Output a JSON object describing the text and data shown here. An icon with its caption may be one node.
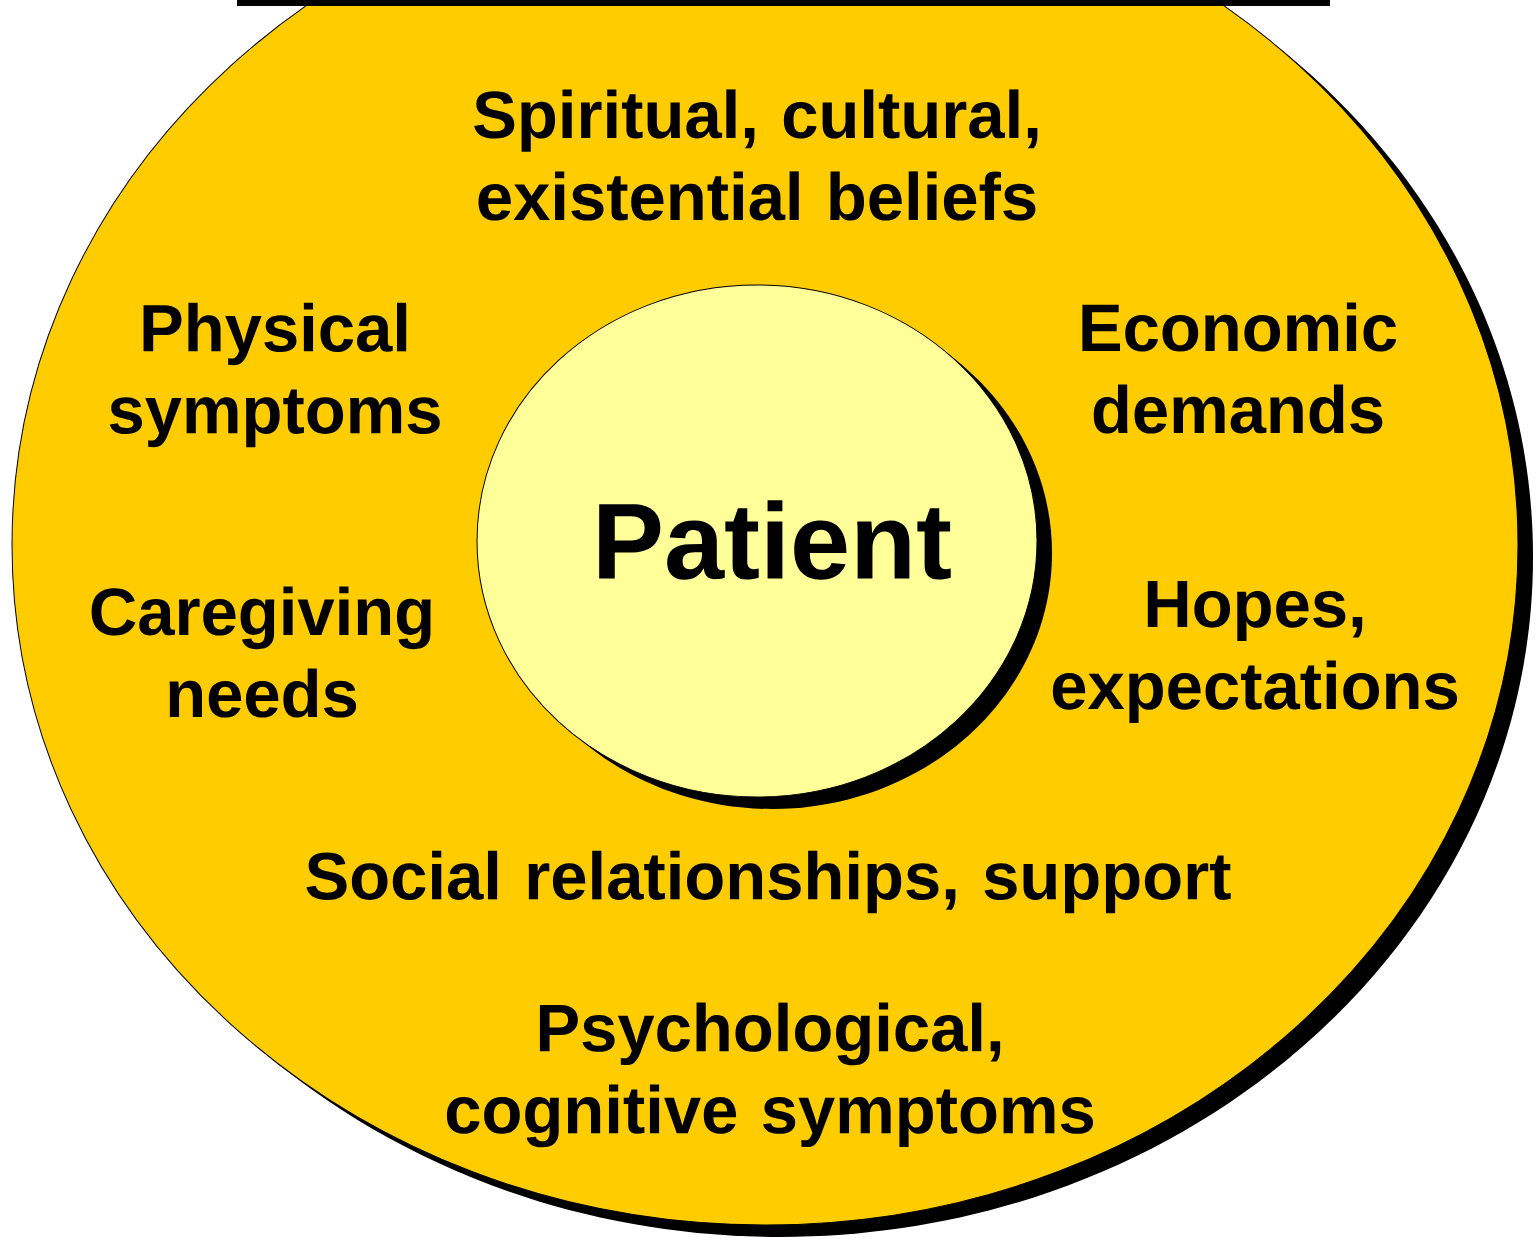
{
  "diagram": {
    "nodes": [
      {
        "text": [
          "Spiritual, cultural, existential beliefs",
          "Physical symptoms",
          "Economic demands",
          "Caregiving needs",
          "Hopes, expectations",
          "Social relationships, support",
          "Psychological, cognitive symptoms"
        ]
      },
      {
        "text": [
          "Patient"
        ],
        "in": 0
      }
    ]
  }
}
